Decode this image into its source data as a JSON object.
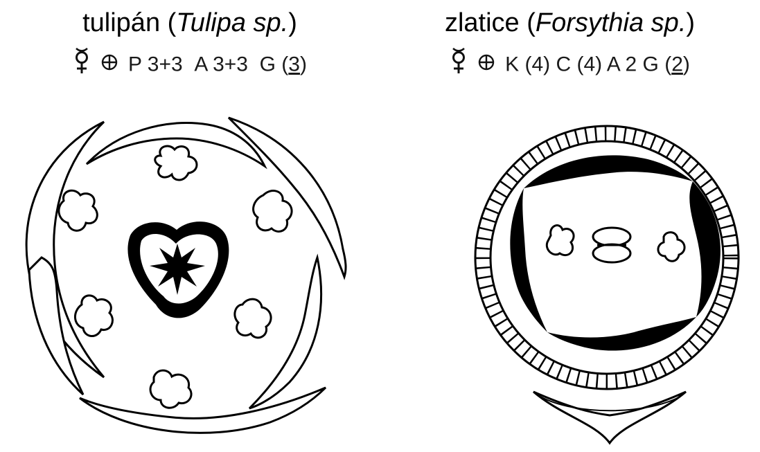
{
  "left": {
    "title_common": "tulipán (",
    "title_latin": "Tulipa sp.",
    "title_close": ")",
    "formula_symbols": [
      "hermaphrodite-icon",
      "actinomorphic-icon"
    ],
    "formula_parts": [
      "P 3+3",
      "A 3+3",
      "G (",
      "3",
      ")"
    ]
  },
  "right": {
    "title_common": "zlatice (",
    "title_latin": "Forsythia sp.",
    "title_close": ")",
    "formula_symbols": [
      "hermaphrodite-icon",
      "actinomorphic-icon"
    ],
    "formula_parts": [
      "K (4) C (4) A 2",
      "G (",
      "2",
      ")"
    ]
  },
  "colors": {
    "ink": "#000000",
    "background": "#ffffff",
    "formula_text": "#1a1a1a"
  }
}
